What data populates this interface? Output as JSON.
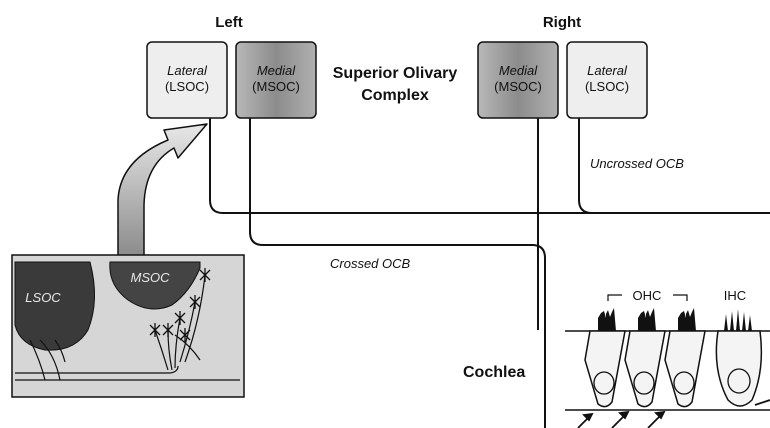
{
  "labels": {
    "left": "Left",
    "right": "Right",
    "soc_line1": "Superior Olivary",
    "soc_line2": "Complex",
    "uncrossed": "Uncrossed OCB",
    "crossed": "Crossed OCB",
    "cochlea": "Cochlea",
    "ohc": "OHC",
    "ihc": "IHC"
  },
  "boxes": {
    "left_lateral": {
      "line1": "Lateral",
      "line2": "(LSOC)"
    },
    "left_medial": {
      "line1": "Medial",
      "line2": "(MSOC)"
    },
    "right_medial": {
      "line1": "Medial",
      "line2": "(MSOC)"
    },
    "right_lateral": {
      "line1": "Lateral",
      "line2": "(LSOC)"
    }
  },
  "inset": {
    "lsoc": "LSOC",
    "msoc": "MSOC"
  },
  "colors": {
    "lateral_fill": "#eeeeee",
    "medial_fill": "#9a9a9a",
    "nucleus_dark": "#3a3a3a",
    "inset_bg": "#d6d6d6",
    "line": "#111111"
  }
}
